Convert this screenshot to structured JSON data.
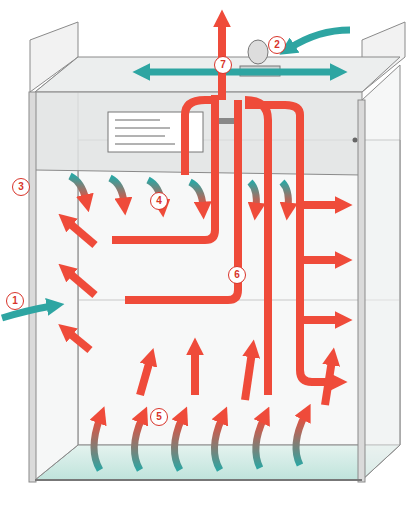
{
  "diagram": {
    "labels": [
      "7",
      "2",
      "3",
      "4",
      "1",
      "6",
      "5"
    ]
  }
}
